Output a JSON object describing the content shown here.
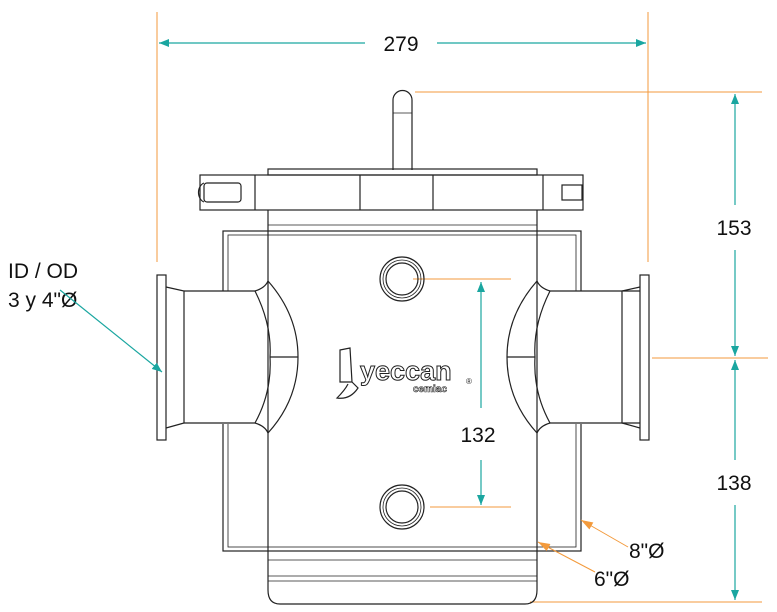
{
  "dimensions": {
    "width": "279",
    "height_upper": "153",
    "height_lower": "138",
    "port_spacing": "132"
  },
  "callouts": {
    "connection_line1": "ID / OD",
    "connection_line2": "3 y 4\"Ø",
    "jacket_diameter": "8\"Ø",
    "body_diameter": "6\"Ø"
  },
  "logo": {
    "brand": "yeccan",
    "sub": "cemiac",
    "mark": "®"
  },
  "colors": {
    "extension_lines": "#f39a3c",
    "dimension_lines": "#1aa6a0",
    "drawing": "#222222"
  }
}
